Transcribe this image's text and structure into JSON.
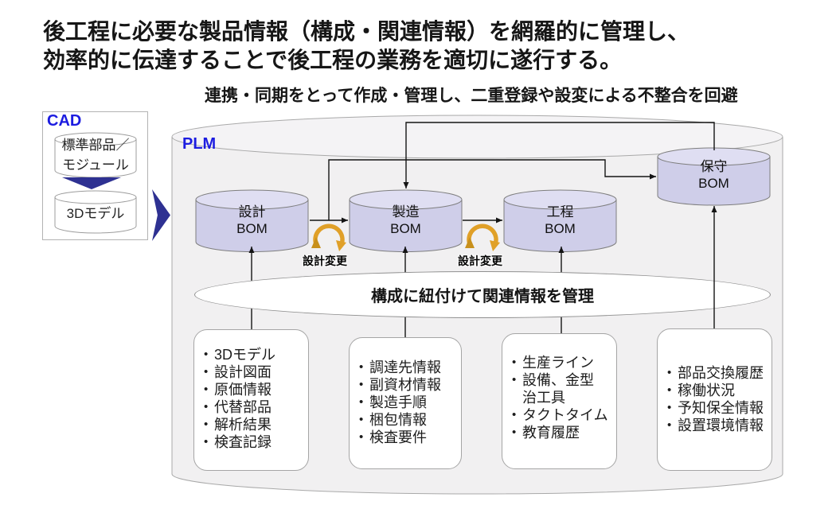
{
  "title": {
    "line1": "後工程に必要な製品情報（構成・関連情報）を網羅的に管理し、",
    "line2": "効率的に伝達することで後工程の業務を適切に遂行する。"
  },
  "subtitle": "連携・同期をとって作成・管理し、二重登録や設変による不整合を回避",
  "cad": {
    "label": "CAD",
    "cylinder1": {
      "line1": "標準部品／",
      "line2": "モジュール"
    },
    "cylinder2": {
      "label": "3Dモデル"
    }
  },
  "plm": {
    "label": "PLM",
    "boms": [
      {
        "line1": "設計",
        "line2": "BOM"
      },
      {
        "line1": "製造",
        "line2": "BOM"
      },
      {
        "line1": "工程",
        "line2": "BOM"
      },
      {
        "line1": "保守",
        "line2": "BOM"
      }
    ],
    "change_labels": [
      "設計変更",
      "設計変更"
    ],
    "ellipse_label": "構成に紐付けて関連情報を管理",
    "detail_boxes": [
      {
        "items": [
          "3Dモデル",
          "設計図面",
          "原価情報",
          "代替部品",
          "解析結果",
          "検査記録"
        ]
      },
      {
        "items": [
          "調達先情報",
          "副資材情報",
          "製造手順",
          "梱包情報",
          "検査要件"
        ]
      },
      {
        "items": [
          "生産ライン",
          "設備、金型\n治工具",
          "タクトタイム",
          "教育履歴"
        ]
      },
      {
        "items": [
          "部品交換履歴",
          "稼働状況",
          "予知保全情報",
          "設置環境情報"
        ]
      }
    ]
  },
  "glyphs": {
    "bullet": "•"
  },
  "colors": {
    "accent_blue": "#1c1ce0",
    "arrow_navy": "#2e3192",
    "gold": "#e0a028",
    "bom_body": "#cfcee9",
    "bom_top": "#dfdef2",
    "plm_fill": "#f1f0f1",
    "line_black": "#141414"
  }
}
